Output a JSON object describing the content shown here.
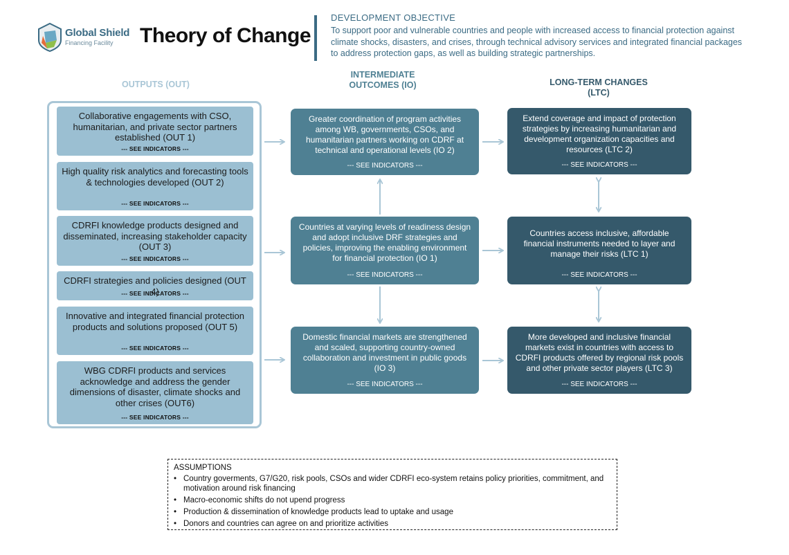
{
  "logo": {
    "name": "Global Shield",
    "sub": "Financing Facility"
  },
  "title": "Theory of Change",
  "development_objective": {
    "heading": "DEVELOPMENT OBJECTIVE",
    "text": "To support poor and vulnerable countries and people with increased access to financial protection against climate shocks, disasters, and crises, through technical advisory services and integrated financial packages to address protection gaps, as well as building strategic partnerships."
  },
  "columns": {
    "outputs": "OUTPUTS (OUT)",
    "intermediate": "INTERMEDIATE OUTCOMES (IO)",
    "long_term": "LONG-TERM CHANGES (LTC)"
  },
  "outputs": [
    {
      "text": "Collaborative engagements with CSO, humanitarian, and private sector partners established (OUT 1)",
      "indicators": "--- SEE INDICATORS ---"
    },
    {
      "text": "High quality risk analytics and forecasting tools & technologies developed (OUT 2)",
      "indicators": "--- SEE INDICATORS ---"
    },
    {
      "text": "CDRFI knowledge products designed and disseminated, increasing stakeholder capacity (OUT 3)",
      "indicators": "--- SEE INDICATORS ---"
    },
    {
      "text": "CDRFI strategies and policies designed (OUT 4)",
      "indicators": "--- SEE INDICATORS ---"
    },
    {
      "text": "Innovative and integrated financial protection products and solutions proposed (OUT 5)",
      "indicators": "--- SEE INDICATORS ---"
    },
    {
      "text": "WBG CDRFI products and services acknowledge and address the gender dimensions of disaster, climate shocks and other crises (OUT6)",
      "indicators": "--- SEE INDICATORS ---"
    }
  ],
  "intermediate_outcomes": [
    {
      "text": "Greater coordination of program activities among WB, governments, CSOs, and humanitarian partners working on CDRF at technical and operational levels (IO 2)",
      "indicators": "--- SEE INDICATORS ---"
    },
    {
      "text": "Countries at varying levels of readiness design and adopt inclusive DRF strategies and policies, improving the enabling environment for financial protection (IO 1)",
      "indicators": "--- SEE INDICATORS ---"
    },
    {
      "text": "Domestic financial markets are strengthened and scaled, supporting country-owned collaboration and investment in public goods (IO 3)",
      "indicators": "--- SEE INDICATORS ---"
    }
  ],
  "long_term_changes": [
    {
      "text": "Extend coverage and impact of protection strategies by increasing humanitarian and development organization capacities and resources (LTC 2)",
      "indicators": "--- SEE INDICATORS ---"
    },
    {
      "text": "Countries access inclusive, affordable financial instruments needed to layer and manage their risks (LTC 1)",
      "indicators": "--- SEE INDICATORS ---"
    },
    {
      "text": "More developed and inclusive financial markets exist in countries with access to CDRFI products offered by regional risk pools and other private sector players (LTC 3)",
      "indicators": "--- SEE INDICATORS ---"
    }
  ],
  "assumptions": {
    "title": "ASSUMPTIONS",
    "bullet": "•",
    "items": [
      "Country goverments, G7/G20, risk pools, CSOs and wider CDRFI eco-system retains policy priorities, commitment, and motivation around risk financing",
      "Macro-economic shifts do not upend progress",
      "Production & dissemination of knowledge products lead to uptake and usage",
      "Donors and countries can agree on and prioritize activities"
    ]
  },
  "colors": {
    "outputs": "#9bbfd2",
    "outputs_frame": "#a9c6d6",
    "intermediate": "#4f8093",
    "long_term": "#35596b",
    "arrow": "#a9c6d6"
  }
}
